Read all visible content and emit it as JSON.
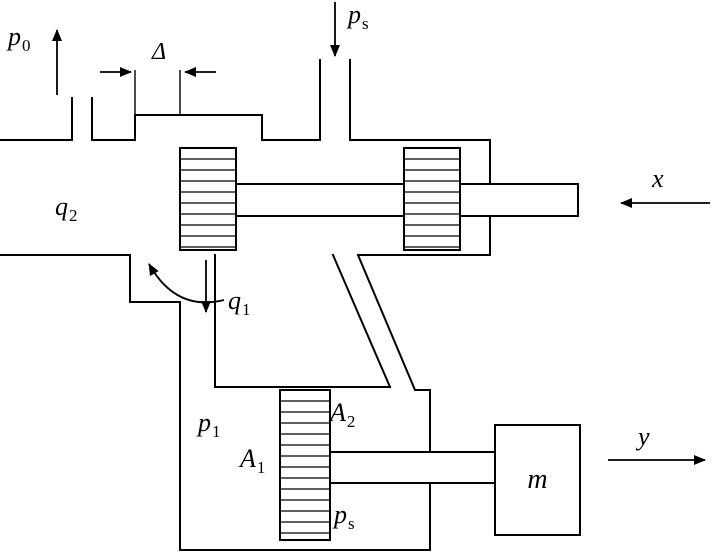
{
  "diagram": {
    "description": "Hydraulic spool valve controlling a differential piston with mass load",
    "labels": {
      "p0": {
        "base": "p",
        "sub": "0"
      },
      "ps_top": {
        "base": "p",
        "sub": "s"
      },
      "delta": "Δ",
      "q2": {
        "base": "q",
        "sub": "2"
      },
      "x_input": "x",
      "q1": {
        "base": "q",
        "sub": "1"
      },
      "p1": {
        "base": "p",
        "sub": "1"
      },
      "A2": {
        "base": "A",
        "sub": "2"
      },
      "A1": {
        "base": "A",
        "sub": "1"
      },
      "mass": "m",
      "y_output": "y",
      "ps_bottom": {
        "base": "p",
        "sub": "s"
      }
    },
    "colors": {
      "line": "#000000",
      "background": "#ffffff"
    }
  }
}
